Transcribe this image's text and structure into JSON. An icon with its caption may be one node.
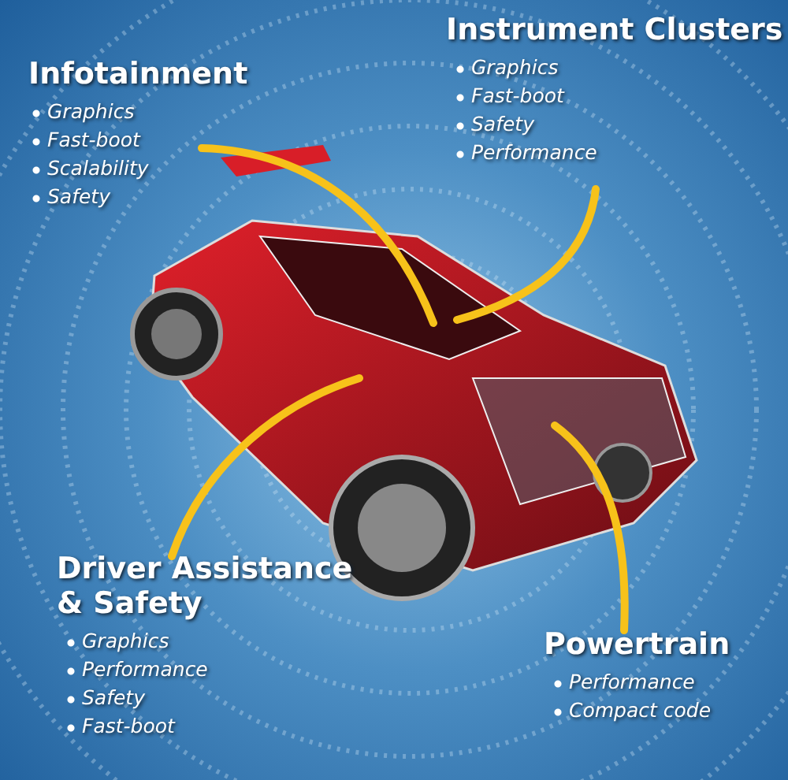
{
  "diagram": {
    "nodes": [
      {
        "text": [
          "Infotainment",
          "Graphics",
          "Fast-boot",
          "Scalability",
          "Safety"
        ]
      },
      {
        "text": [
          "Instrument Clusters",
          "Graphics",
          "Fast-boot",
          "Safety",
          "Performance"
        ]
      },
      {
        "text": [
          "Driver Assistance & Safety",
          "Graphics",
          "Performance",
          "Safety",
          "Fast-boot"
        ]
      },
      {
        "text": [
          "Powertrain",
          "Performance",
          "Compact code"
        ]
      }
    ],
    "edges": [
      {
        "from": 0,
        "to": null,
        "arrow": "none"
      },
      {
        "from": 1,
        "to": null,
        "arrow": "none"
      },
      {
        "from": 2,
        "to": null,
        "arrow": "none"
      },
      {
        "from": 3,
        "to": null,
        "arrow": "none"
      }
    ]
  }
}
